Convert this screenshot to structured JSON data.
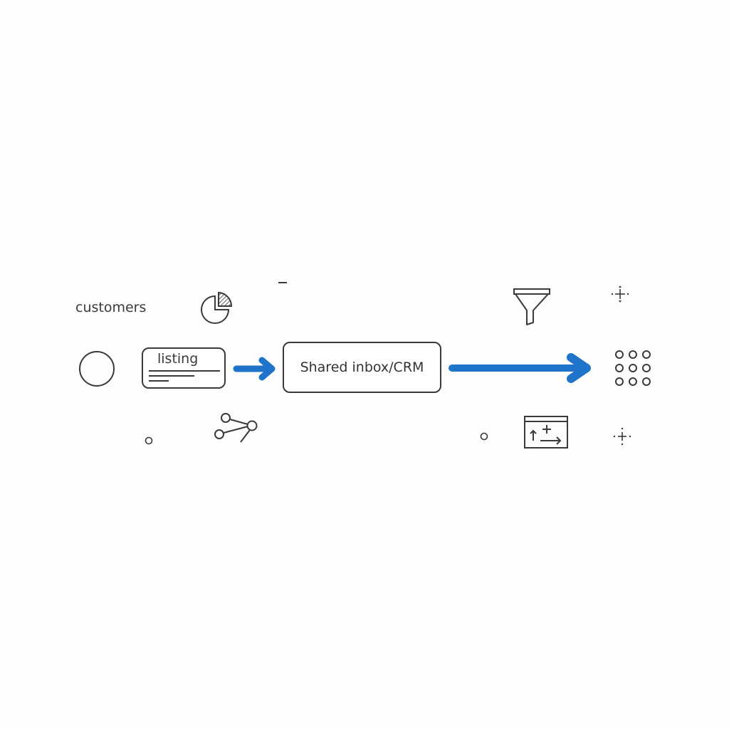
{
  "diagram": {
    "labels": {
      "customers": "customers",
      "listing": "listing",
      "hub": "Shared inbox/CRM"
    },
    "colors": {
      "arrow": "#1f74c9",
      "stroke": "#3a3a3a",
      "background": "#fdfdfd"
    },
    "flow": [
      "customer-node",
      "listing-card",
      "shared-inbox-crm",
      "dot-grid"
    ],
    "icons": [
      "pie-chart-icon",
      "funnel-icon",
      "move-cursor-icon",
      "share-nodes-icon",
      "window-arrows-icon",
      "dot-grid-icon",
      "dash-mark"
    ]
  }
}
